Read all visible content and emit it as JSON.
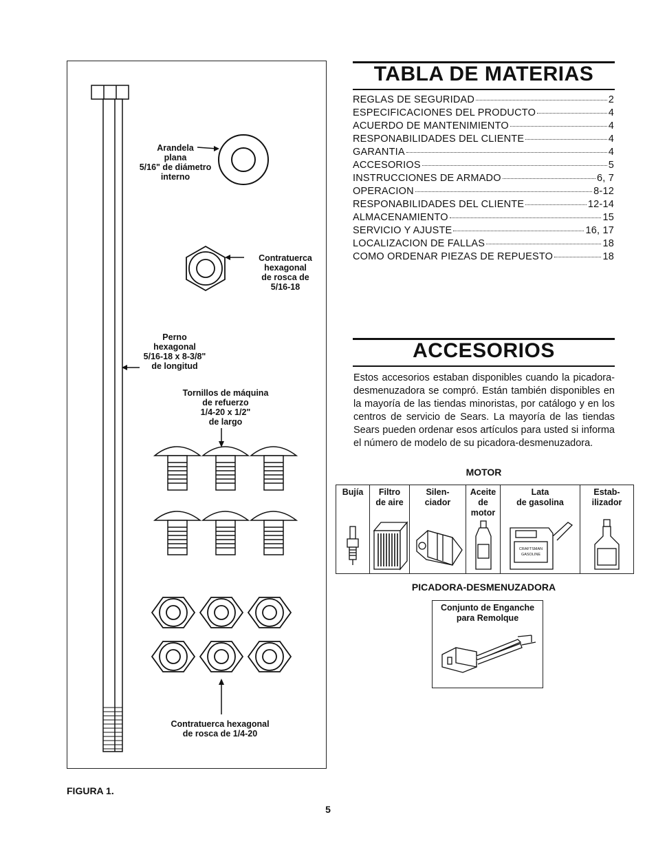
{
  "figure": {
    "washer_label": "Arandela\nplana\n5/16\" de diámetro\ninterno",
    "locknut_label": "Contratuerca\nhexagonal\nde rosca de\n5/16-18",
    "bolt_label": "Perno\nhexagonal\n5/16-18 x 8-3/8\"\nde longitud",
    "screws_label": "Tornillos de máquina\nde refuerzo\n1/4-20 x 1/2\"\nde largo",
    "nuts_label": "Contratuerca hexagonal\nde rosca de 1/4-20",
    "caption": "FIGURA 1."
  },
  "toc": {
    "title": "TABLA DE MATERIAS",
    "items": [
      {
        "title": "REGLAS DE SEGURIDAD",
        "page": "2"
      },
      {
        "title": "ESPECIFICACIONES DEL PRODUCTO",
        "page": "4"
      },
      {
        "title": "ACUERDO DE MANTENIMIENTO",
        "page": "4"
      },
      {
        "title": "RESPONABILIDADES DEL CLIENTE",
        "page": "4"
      },
      {
        "title": "GARANTIA",
        "page": "4"
      },
      {
        "title": "ACCESORIOS",
        "page": "5"
      },
      {
        "title": "INSTRUCCIONES DE ARMADO",
        "page": "6, 7"
      },
      {
        "title": "OPERACION",
        "page": "8-12"
      },
      {
        "title": "RESPONABILIDADES DEL CLIENTE",
        "page": "12-14"
      },
      {
        "title": "ALMACENAMIENTO",
        "page": "15"
      },
      {
        "title": "SERVICIO Y AJUSTE",
        "page": "16, 17"
      },
      {
        "title": "LOCALIZACION DE FALLAS",
        "page": "18"
      },
      {
        "title": "COMO ORDENAR PIEZAS DE REPUESTO",
        "page": "18"
      }
    ]
  },
  "accessories": {
    "title": "ACCESORIOS",
    "text": "Estos accesorios estaban disponibles cuando la picadora-desmenuzadora se compró. Están también disponibles en la mayoría de las tiendas minoristas, por catálogo y en los centros de servicio de Sears. La mayoría de las tiendas Sears pueden ordenar esos artículos para usted si informa el número de modelo de su picadora-desmenuzadora.",
    "motor_heading": "MOTOR",
    "motor_items": [
      {
        "label": "Bujía",
        "icon": "spark-plug-icon"
      },
      {
        "label": "Filtro\nde aire",
        "icon": "air-filter-icon"
      },
      {
        "label": "Silen-\nciador",
        "icon": "muffler-icon"
      },
      {
        "label": "Aceite\nde motor",
        "icon": "oil-bottle-icon"
      },
      {
        "label": "Lata\nde gasolina",
        "icon": "gas-can-icon"
      },
      {
        "label": "Estab-\nilizador",
        "icon": "stabilizer-bottle-icon"
      }
    ],
    "gas_can_brand": "CRAFTSMAN\nGASOLINE",
    "shredder_heading": "PICADORA-DESMENUZADORA",
    "hitch_label": "Conjunto de Enganche\npara Remolque"
  },
  "page_number": "5"
}
